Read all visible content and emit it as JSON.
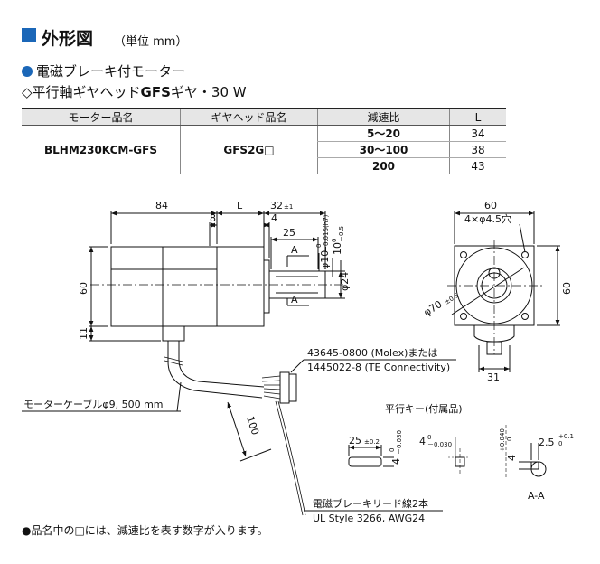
{
  "header": {
    "title": "外形図",
    "unit": "（単位 mm）",
    "subtitle_type": "電磁ブレーキ付モーター",
    "subtitle_gear_prefix": "◇平行軸ギヤヘッド",
    "subtitle_gear_bold": "GFS",
    "subtitle_gear_suffix": "ギヤ・30 W"
  },
  "spec_table": {
    "headers": [
      "モーター品名",
      "ギヤヘッド品名",
      "減速比",
      "L"
    ],
    "motor": "BLHM230KCM-GFS",
    "gearhead": "GFS2G□",
    "rows": [
      {
        "ratio": "5～20",
        "L": "34"
      },
      {
        "ratio": "30～100",
        "L": "38"
      },
      {
        "ratio": "200",
        "L": "43"
      }
    ]
  },
  "drawing": {
    "dim_84": "84",
    "dim_L": "L",
    "dim_32": "32",
    "tol_32": "±1",
    "dim_8": "8",
    "dim_4": "4",
    "dim_25": "25",
    "dim_60": "60",
    "dim_11": "11",
    "dim_shaft_main": "φ10",
    "dim_shaft_tol_top": "0",
    "dim_shaft_tol_bottom": "－0.015(h7)",
    "dim_10": "10",
    "dim_10_tol": "－0.5",
    "dim_10_tol0": "0",
    "dim_phi24": "φ24",
    "section_A": "A",
    "front_60": "60",
    "front_holes": "4×φ4.5穴",
    "front_phi70": "φ70",
    "front_phi70_tol": "±0.5",
    "front_60_side": "60",
    "front_31": "31",
    "connector_line1": "43645-0800 (Molex)または",
    "connector_line2": "1445022-8 (TE Connectivity)",
    "cable_label": "モーターケーブルφ9, 500 mm",
    "dim_100": "100",
    "lead_line1": "電磁ブレーキリード線2本",
    "lead_line2": "UL Style 3266, AWG24",
    "key_title": "平行キー(付属品)",
    "key_25": "25",
    "key_25_tol": "±0.2",
    "key_4": "4",
    "key_4_tol_top": "0",
    "key_4_tol_bottom": "－0.030",
    "key2_4": "4",
    "key2_tol_top": "0",
    "key2_tol_bottom": "－0.030",
    "key3_4": "4",
    "key3_tol_top": "+0.040",
    "key3_tol_bottom": "0",
    "key3_25": "2.5",
    "key3_25_tol_top": "+0.1",
    "key3_25_tol_bottom": "0",
    "section_label": "A-A"
  },
  "footnote": "●品名中の□には、減速比を表す数字が入ります。"
}
